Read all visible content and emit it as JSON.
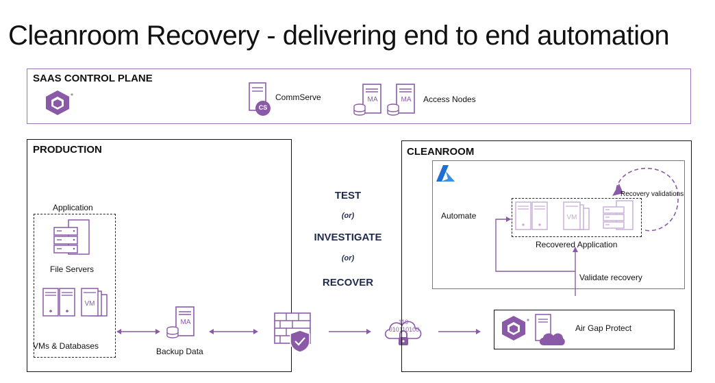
{
  "title": "Cleanroom Recovery - delivering end to end automation",
  "saas": {
    "heading": "SAAS CONTROL PLANE",
    "commserve_label": "CommServe",
    "commserve_badge": "CS",
    "access_nodes_label": "Access Nodes",
    "ma_badge": "MA"
  },
  "production": {
    "heading": "PRODUCTION",
    "application_label": "Application",
    "file_servers_label": "File Servers",
    "vms_db_label": "VMs & Databases",
    "vm_badge": "VM",
    "backup_label": "Backup Data",
    "ma_badge": "MA"
  },
  "middle": {
    "test": "TEST",
    "or1": "(or)",
    "investigate": "INVESTIGATE",
    "or2": "(or)",
    "recover": "RECOVER",
    "binary_top": "110",
    "binary_bottom": "010110100"
  },
  "cleanroom": {
    "heading": "CLEANROOM",
    "automate_label": "Automate",
    "recovery_validations_label": "Recovery validations",
    "recovered_app_label": "Recovered Application",
    "validate_label": "Validate recovery",
    "air_gap_label": "Air Gap Protect",
    "vm_badge": "VM"
  },
  "colors": {
    "purple": "#8a5aa8",
    "purple_light": "#c8b0d8",
    "azure_blue": "#1f6fd1",
    "navy": "#1f2a4d"
  }
}
